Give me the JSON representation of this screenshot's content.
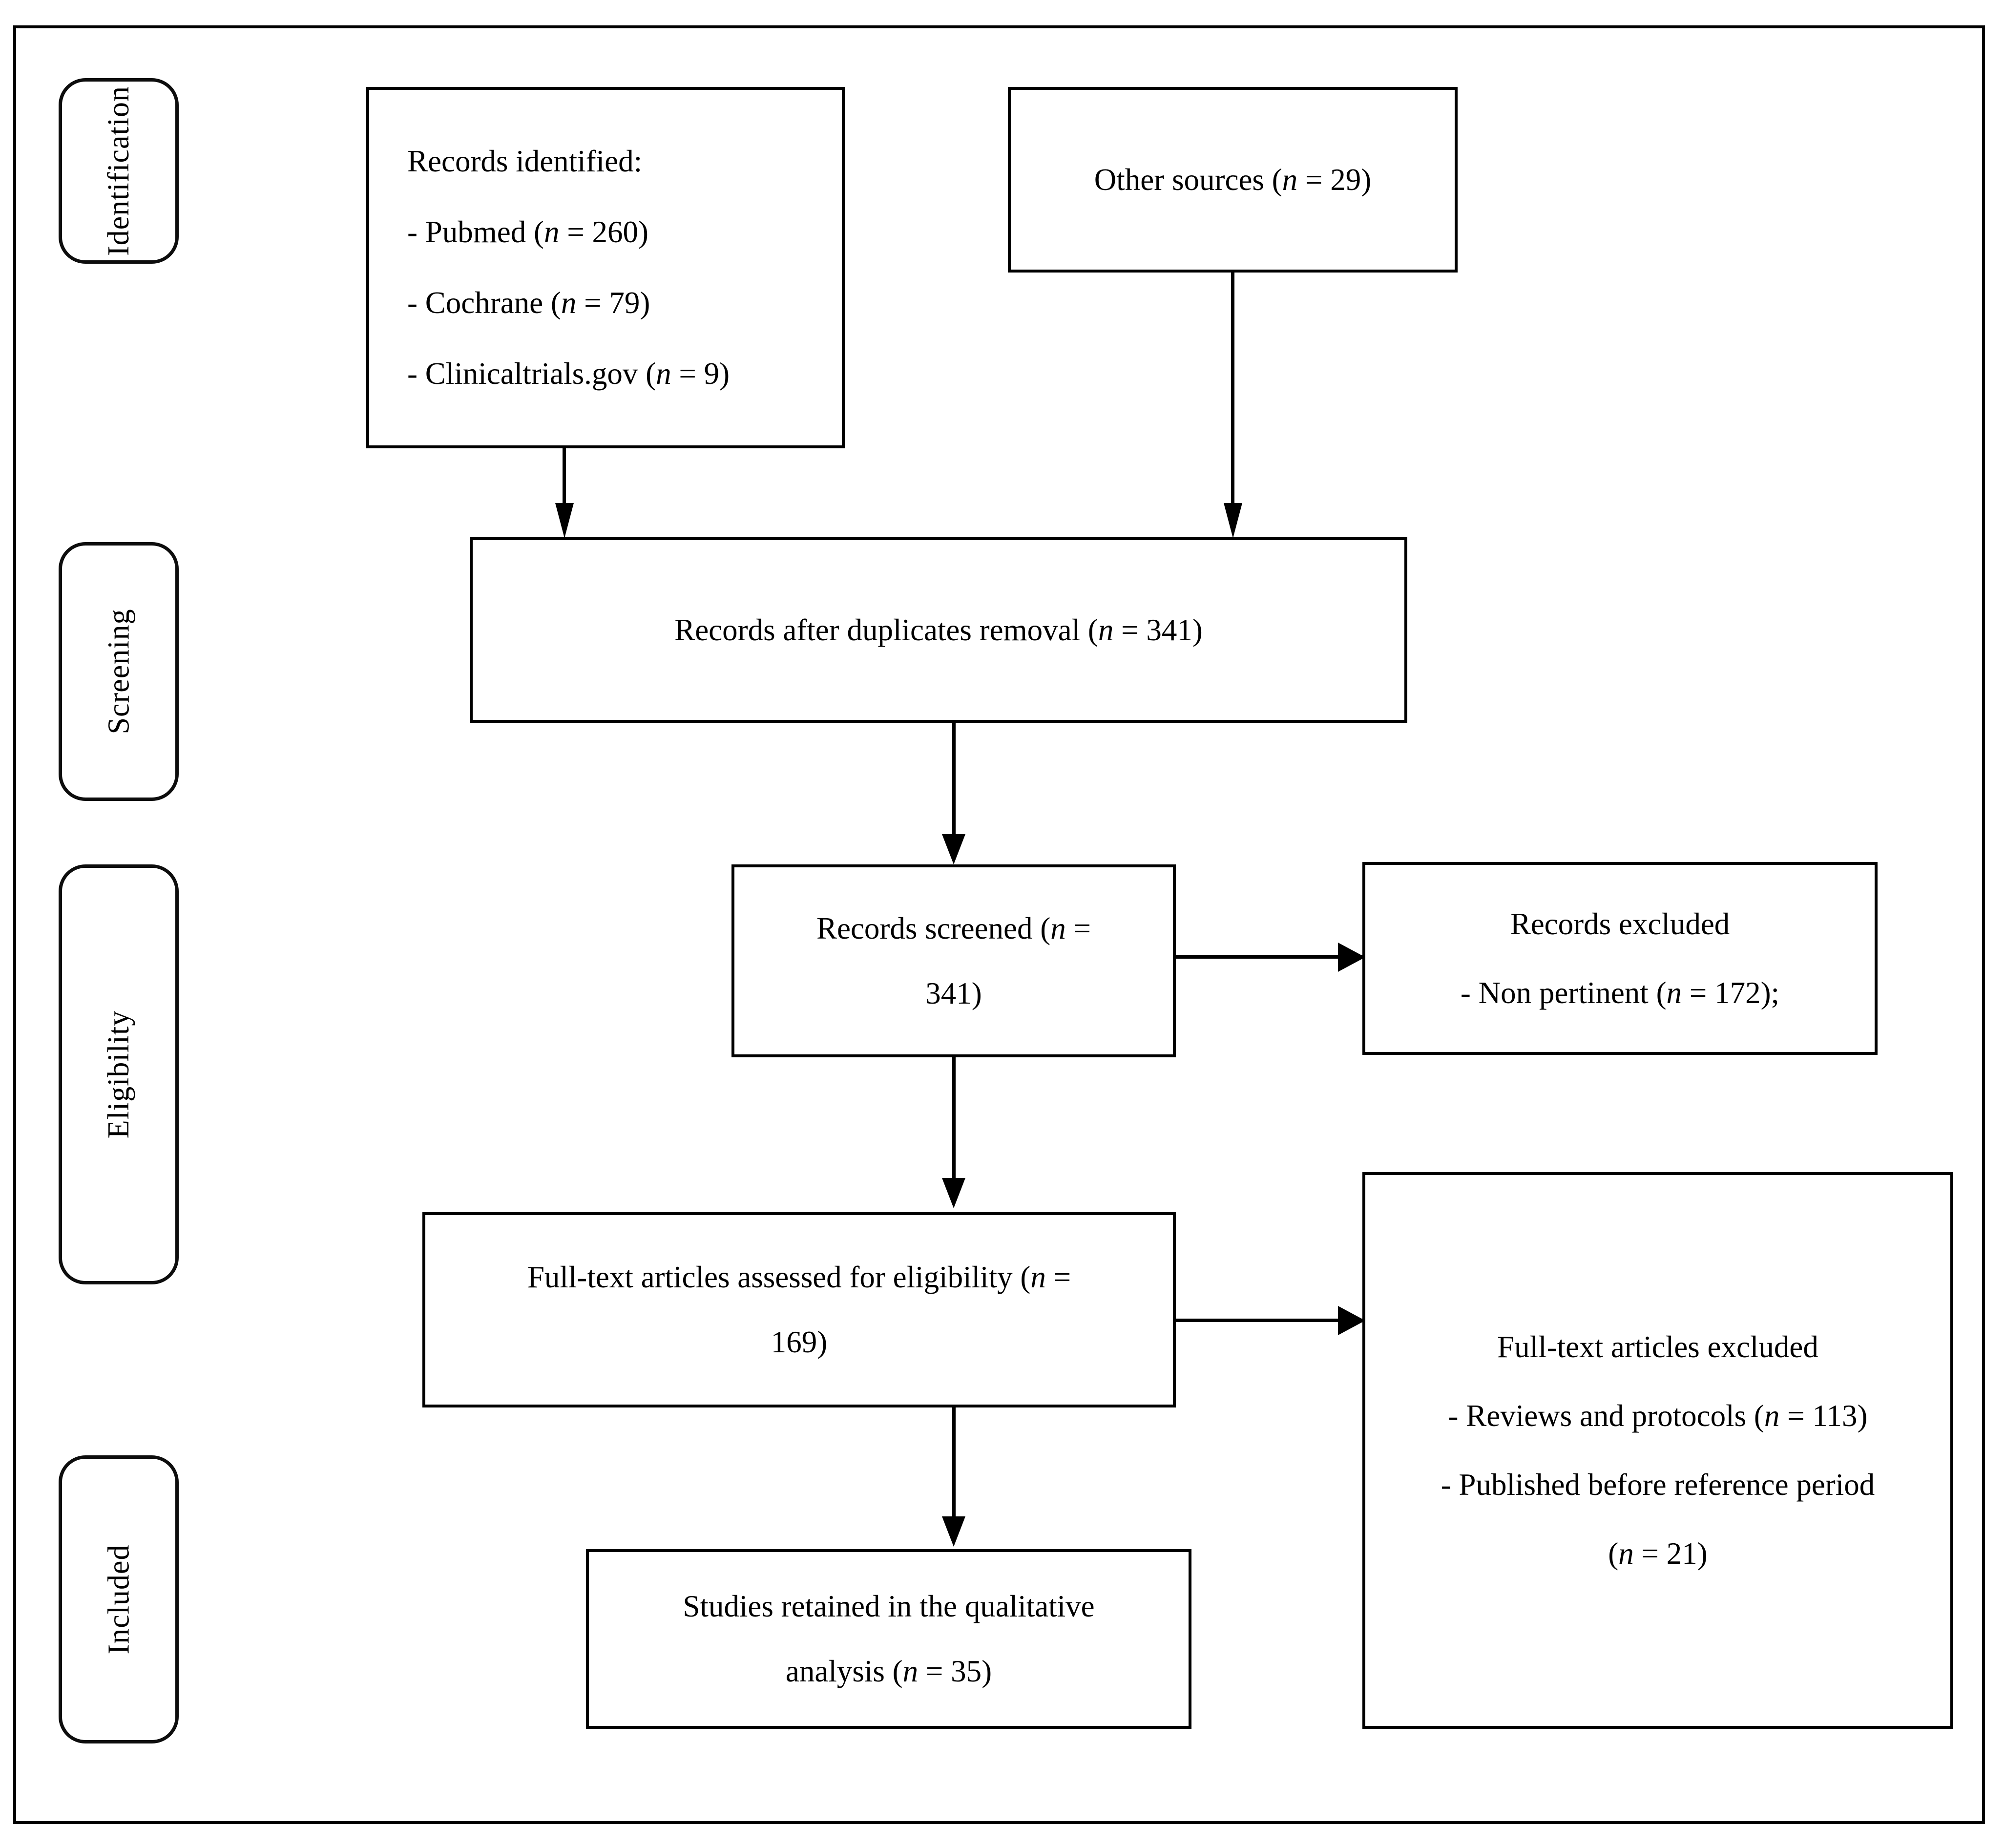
{
  "diagram": {
    "type": "prisma-flow-diagram",
    "title": "PRISMA flow diagram"
  },
  "stages": [
    {
      "id": "identification",
      "label": "Identification"
    },
    {
      "id": "screening",
      "label": "Screening"
    },
    {
      "id": "eligibility",
      "label": "Eligibility"
    },
    {
      "id": "included",
      "label": "Included"
    }
  ],
  "boxes": {
    "records_identified": {
      "heading": "Records identified:",
      "sources": [
        {
          "name": "Pubmed",
          "prefix": "- Pubmed (",
          "n_label": "n",
          "eq": " = 260)",
          "n": 260
        },
        {
          "name": "Cochrane",
          "prefix": "- Cochrane (",
          "n_label": "n",
          "eq": " = 79)",
          "n": 79
        },
        {
          "name": "Clinicaltrials.gov",
          "prefix": "- Clinicaltrials.gov (",
          "n_label": "n",
          "eq": " = 9)",
          "n": 9
        }
      ]
    },
    "other_sources": {
      "prefix": "Other sources (",
      "n_label": "n",
      "eq": " = 29)",
      "n": 29
    },
    "after_duplicates": {
      "prefix": "Records after duplicates removal (",
      "n_label": "n",
      "eq": " = 341)",
      "n": 341
    },
    "records_screened": {
      "line1_prefix": "Records screened (",
      "line1_n_label": "n",
      "line1_eq": " =",
      "line2": "341)",
      "n": 341
    },
    "records_excluded": {
      "heading": "Records excluded",
      "reason_prefix": "- Non pertinent (",
      "reason_n_label": "n",
      "reason_eq": " = 172);",
      "n": 172
    },
    "fulltext_assessed": {
      "line1_prefix": "Full-text articles assessed for eligibility (",
      "line1_n_label": "n",
      "line1_eq": " =",
      "line2": "169)",
      "n": 169
    },
    "fulltext_excluded": {
      "heading": "Full-text articles excluded",
      "reason1_prefix": "- Reviews and protocols (",
      "reason1_n_label": "n",
      "reason1_eq": " = 113)",
      "reason1_n": 113,
      "reason2_prefix": "- Published before reference period",
      "reason2_line2_open": "(",
      "reason2_n_label": "n",
      "reason2_eq": " = 21)",
      "reason2_n": 21
    },
    "studies_retained": {
      "line1": "Studies retained in the qualitative",
      "line2_prefix": "analysis (",
      "line2_n_label": "n",
      "line2_eq": " = 35)",
      "n": 35
    }
  },
  "colors": {
    "stroke": "#000000",
    "background": "#ffffff",
    "text": "#000000"
  }
}
